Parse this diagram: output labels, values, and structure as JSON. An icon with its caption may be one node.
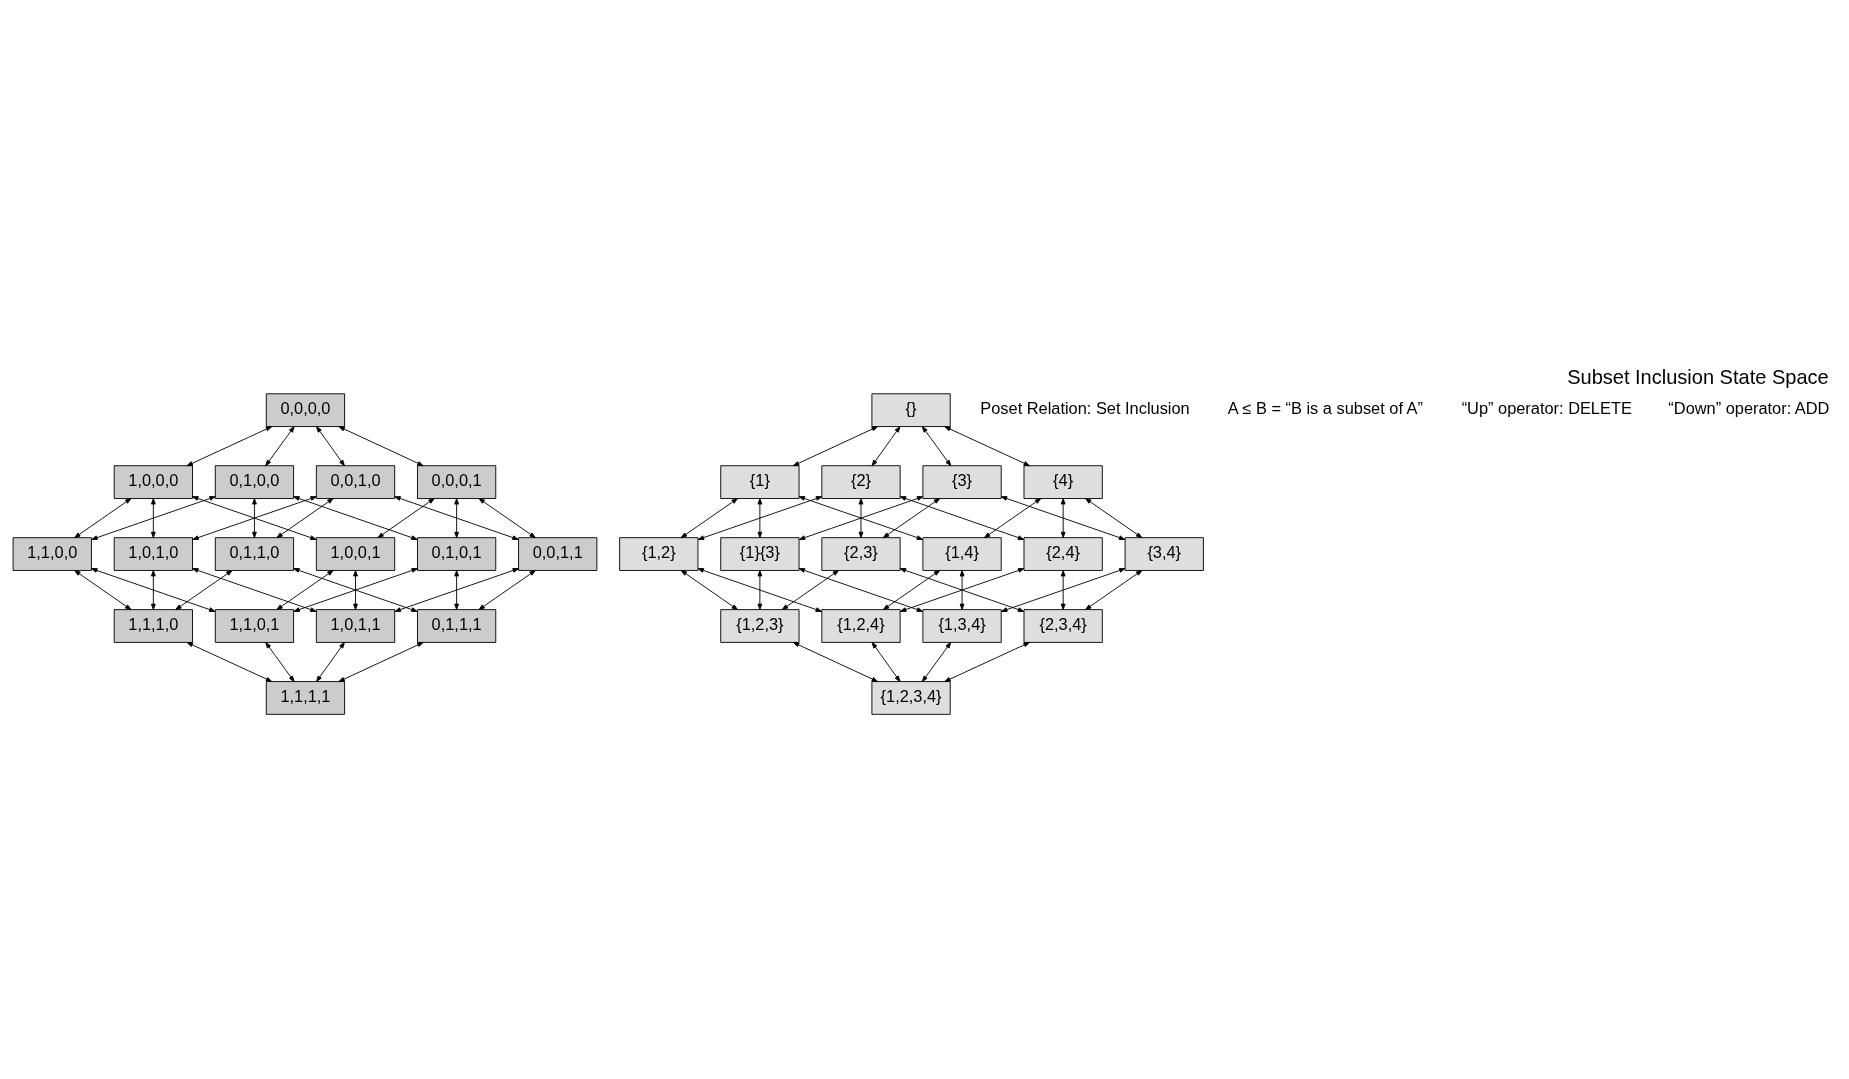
{
  "diagram": {
    "title": "Subset Inclusion State Space",
    "nodes": [
      {
        "text": [
          "0,0,0,0"
        ]
      },
      {
        "text": [
          "1,0,0,0"
        ]
      },
      {
        "text": [
          "0,1,0,0"
        ]
      },
      {
        "text": [
          "0,0,1,0"
        ]
      },
      {
        "text": [
          "0,0,0,1"
        ]
      },
      {
        "text": [
          "1,1,0,0"
        ]
      },
      {
        "text": [
          "1,0,1,0"
        ]
      },
      {
        "text": [
          "0,1,1,0"
        ]
      },
      {
        "text": [
          "1,0,0,1"
        ]
      },
      {
        "text": [
          "0,1,0,1"
        ]
      },
      {
        "text": [
          "0,0,1,1"
        ]
      },
      {
        "text": [
          "1,1,1,0"
        ]
      },
      {
        "text": [
          "1,1,0,1"
        ]
      },
      {
        "text": [
          "1,0,1,1"
        ]
      },
      {
        "text": [
          "0,1,1,1"
        ]
      },
      {
        "text": [
          "1,1,1,1"
        ]
      },
      {
        "text": [
          "{}"
        ]
      },
      {
        "text": [
          "{1}"
        ]
      },
      {
        "text": [
          "{2}"
        ]
      },
      {
        "text": [
          "{3}"
        ]
      },
      {
        "text": [
          "{4}"
        ]
      },
      {
        "text": [
          "{1,2}"
        ]
      },
      {
        "text": [
          "{1}{3}"
        ]
      },
      {
        "text": [
          "{2,3}"
        ]
      },
      {
        "text": [
          "{1,4}"
        ]
      },
      {
        "text": [
          "{2,4}"
        ]
      },
      {
        "text": [
          "{3,4}"
        ]
      },
      {
        "text": [
          "{1,2,3}"
        ]
      },
      {
        "text": [
          "{1,2,4}"
        ]
      },
      {
        "text": [
          "{1,3,4}"
        ]
      },
      {
        "text": [
          "{2,3,4}"
        ]
      },
      {
        "text": [
          "{1,2,3,4}"
        ]
      }
    ],
    "edges": [
      {
        "from": 0,
        "to": 1,
        "arrow": "both"
      },
      {
        "from": 0,
        "to": 2,
        "arrow": "both"
      },
      {
        "from": 0,
        "to": 3,
        "arrow": "both"
      },
      {
        "from": 0,
        "to": 4,
        "arrow": "both"
      },
      {
        "from": 1,
        "to": 5,
        "arrow": "both"
      },
      {
        "from": 1,
        "to": 6,
        "arrow": "both"
      },
      {
        "from": 1,
        "to": 8,
        "arrow": "both"
      },
      {
        "from": 2,
        "to": 5,
        "arrow": "both"
      },
      {
        "from": 2,
        "to": 7,
        "arrow": "both"
      },
      {
        "from": 2,
        "to": 9,
        "arrow": "both"
      },
      {
        "from": 3,
        "to": 6,
        "arrow": "both"
      },
      {
        "from": 3,
        "to": 7,
        "arrow": "both"
      },
      {
        "from": 3,
        "to": 10,
        "arrow": "both"
      },
      {
        "from": 4,
        "to": 8,
        "arrow": "both"
      },
      {
        "from": 4,
        "to": 9,
        "arrow": "both"
      },
      {
        "from": 4,
        "to": 10,
        "arrow": "both"
      },
      {
        "from": 5,
        "to": 11,
        "arrow": "both"
      },
      {
        "from": 5,
        "to": 12,
        "arrow": "both"
      },
      {
        "from": 6,
        "to": 11,
        "arrow": "both"
      },
      {
        "from": 6,
        "to": 13,
        "arrow": "both"
      },
      {
        "from": 7,
        "to": 11,
        "arrow": "both"
      },
      {
        "from": 7,
        "to": 14,
        "arrow": "both"
      },
      {
        "from": 8,
        "to": 12,
        "arrow": "both"
      },
      {
        "from": 8,
        "to": 13,
        "arrow": "both"
      },
      {
        "from": 9,
        "to": 12,
        "arrow": "both"
      },
      {
        "from": 9,
        "to": 14,
        "arrow": "both"
      },
      {
        "from": 10,
        "to": 13,
        "arrow": "both"
      },
      {
        "from": 10,
        "to": 14,
        "arrow": "both"
      },
      {
        "from": 11,
        "to": 15,
        "arrow": "both"
      },
      {
        "from": 12,
        "to": 15,
        "arrow": "both"
      },
      {
        "from": 13,
        "to": 15,
        "arrow": "both"
      },
      {
        "from": 14,
        "to": 15,
        "arrow": "both"
      },
      {
        "from": 16,
        "to": 17,
        "arrow": "both"
      },
      {
        "from": 16,
        "to": 18,
        "arrow": "both"
      },
      {
        "from": 16,
        "to": 19,
        "arrow": "both"
      },
      {
        "from": 16,
        "to": 20,
        "arrow": "both"
      },
      {
        "from": 17,
        "to": 21,
        "arrow": "both"
      },
      {
        "from": 17,
        "to": 22,
        "arrow": "both"
      },
      {
        "from": 17,
        "to": 24,
        "arrow": "both"
      },
      {
        "from": 18,
        "to": 21,
        "arrow": "both"
      },
      {
        "from": 18,
        "to": 23,
        "arrow": "both"
      },
      {
        "from": 18,
        "to": 25,
        "arrow": "both"
      },
      {
        "from": 19,
        "to": 22,
        "arrow": "both"
      },
      {
        "from": 19,
        "to": 23,
        "arrow": "both"
      },
      {
        "from": 19,
        "to": 26,
        "arrow": "both"
      },
      {
        "from": 20,
        "to": 24,
        "arrow": "both"
      },
      {
        "from": 20,
        "to": 25,
        "arrow": "both"
      },
      {
        "from": 20,
        "to": 26,
        "arrow": "both"
      },
      {
        "from": 21,
        "to": 27,
        "arrow": "both"
      },
      {
        "from": 21,
        "to": 28,
        "arrow": "both"
      },
      {
        "from": 22,
        "to": 27,
        "arrow": "both"
      },
      {
        "from": 22,
        "to": 29,
        "arrow": "both"
      },
      {
        "from": 23,
        "to": 27,
        "arrow": "both"
      },
      {
        "from": 23,
        "to": 30,
        "arrow": "both"
      },
      {
        "from": 24,
        "to": 28,
        "arrow": "both"
      },
      {
        "from": 24,
        "to": 29,
        "arrow": "both"
      },
      {
        "from": 25,
        "to": 28,
        "arrow": "both"
      },
      {
        "from": 25,
        "to": 30,
        "arrow": "both"
      },
      {
        "from": 26,
        "to": 29,
        "arrow": "both"
      },
      {
        "from": 26,
        "to": 30,
        "arrow": "both"
      },
      {
        "from": 27,
        "to": 31,
        "arrow": "both"
      },
      {
        "from": 28,
        "to": 31,
        "arrow": "both"
      },
      {
        "from": 29,
        "to": 31,
        "arrow": "both"
      },
      {
        "from": 30,
        "to": 31,
        "arrow": "both"
      }
    ],
    "labels": [
      "Poset Relation: Set Inclusion",
      "A ≤ B = “B is a subset of A”",
      "“Up” operator: DELETE",
      "“Down” operator: ADD"
    ]
  }
}
